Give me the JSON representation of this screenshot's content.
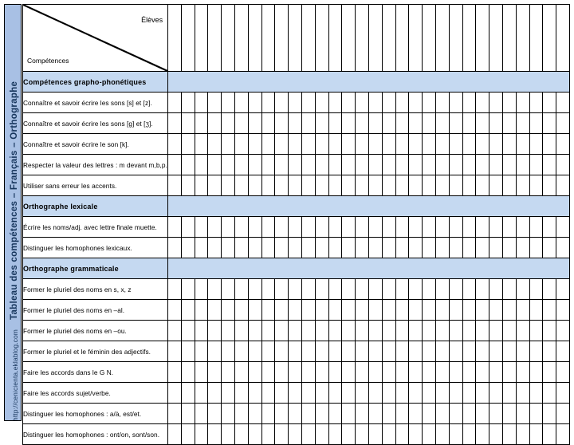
{
  "sidebar": {
    "title": "Tableau des compétences – Français – Orthographe",
    "url": "http://cenicienta.eklablog.com",
    "background_color": "#a8c0e4",
    "text_color": "#17365d"
  },
  "table": {
    "header": {
      "columns_label": "Élèves",
      "rows_label": "Compétences",
      "diagonal_divider": true
    },
    "band_color": "#c5d9f1",
    "border_color": "#000000",
    "student_columns": 30,
    "rows": [
      {
        "type": "section",
        "label": "Compétences grapho-phonétiques"
      },
      {
        "type": "item",
        "label": "Connaître et savoir écrire les sons [s] et [z]."
      },
      {
        "type": "item",
        "label": "Connaître et savoir écrire les sons [g] et [ʒ]."
      },
      {
        "type": "item",
        "label": "Connaître et savoir écrire le son [k]."
      },
      {
        "type": "item",
        "label": "Respecter la valeur des lettres : m devant m,b,p."
      },
      {
        "type": "item",
        "label": "Utiliser sans erreur les accents."
      },
      {
        "type": "section",
        "label": "Orthographe lexicale"
      },
      {
        "type": "item",
        "label": "Écrire les noms/adj. avec lettre finale muette."
      },
      {
        "type": "item",
        "label": "Distinguer les homophones lexicaux."
      },
      {
        "type": "section",
        "label": "Orthographe grammaticale"
      },
      {
        "type": "item",
        "label": "Former le pluriel des noms en s, x, z"
      },
      {
        "type": "item",
        "label": "Former le pluriel des noms en –al."
      },
      {
        "type": "item",
        "label": "Former le pluriel des noms en –ou."
      },
      {
        "type": "item",
        "label": "Former le pluriel et le féminin des adjectifs."
      },
      {
        "type": "item",
        "label": "Faire les accords dans le G N."
      },
      {
        "type": "item",
        "label": "Faire les accords sujet/verbe."
      },
      {
        "type": "item",
        "label": "Distinguer les homophones : a/à, est/et."
      },
      {
        "type": "item",
        "label": "Distinguer les homophones : ont/on, sont/son."
      }
    ]
  }
}
